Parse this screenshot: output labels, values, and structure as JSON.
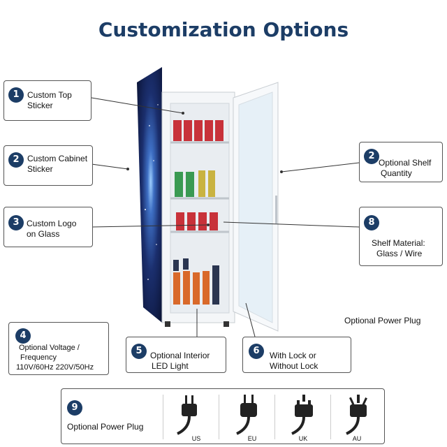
{
  "title": "Customization Options",
  "callouts": [
    {
      "num": "1",
      "line1": "Custom Top",
      "line2": "Sticker"
    },
    {
      "num": "2",
      "line1": "Custom Cabinet",
      "line2": "Sticker"
    },
    {
      "num": "3",
      "line1": "Custom Logo",
      "line2": "on Glass"
    },
    {
      "num": "2",
      "line1": "Optional Shelf",
      "line2": "Quantity"
    },
    {
      "num": "8",
      "line1": "Shelf Material:",
      "line2": "Glass / Wire"
    },
    {
      "num": "4",
      "line1": "Optional Voltage /",
      "line2": "Frequency",
      "line3": "110V/60Hz 220V/50Hz"
    },
    {
      "num": "5",
      "line1": "Optional Interior",
      "line2": "LED Light"
    },
    {
      "num": "6",
      "line1": "With Lock or",
      "line2": "Without Lock"
    }
  ],
  "floating_label": "Optional Power Plug",
  "plug_panel": {
    "num": "9",
    "label": "Optional Power Plug",
    "plugs": [
      "US",
      "EU",
      "UK",
      "AU"
    ]
  },
  "colors": {
    "accent": "#1c3d66",
    "border": "#555555"
  }
}
